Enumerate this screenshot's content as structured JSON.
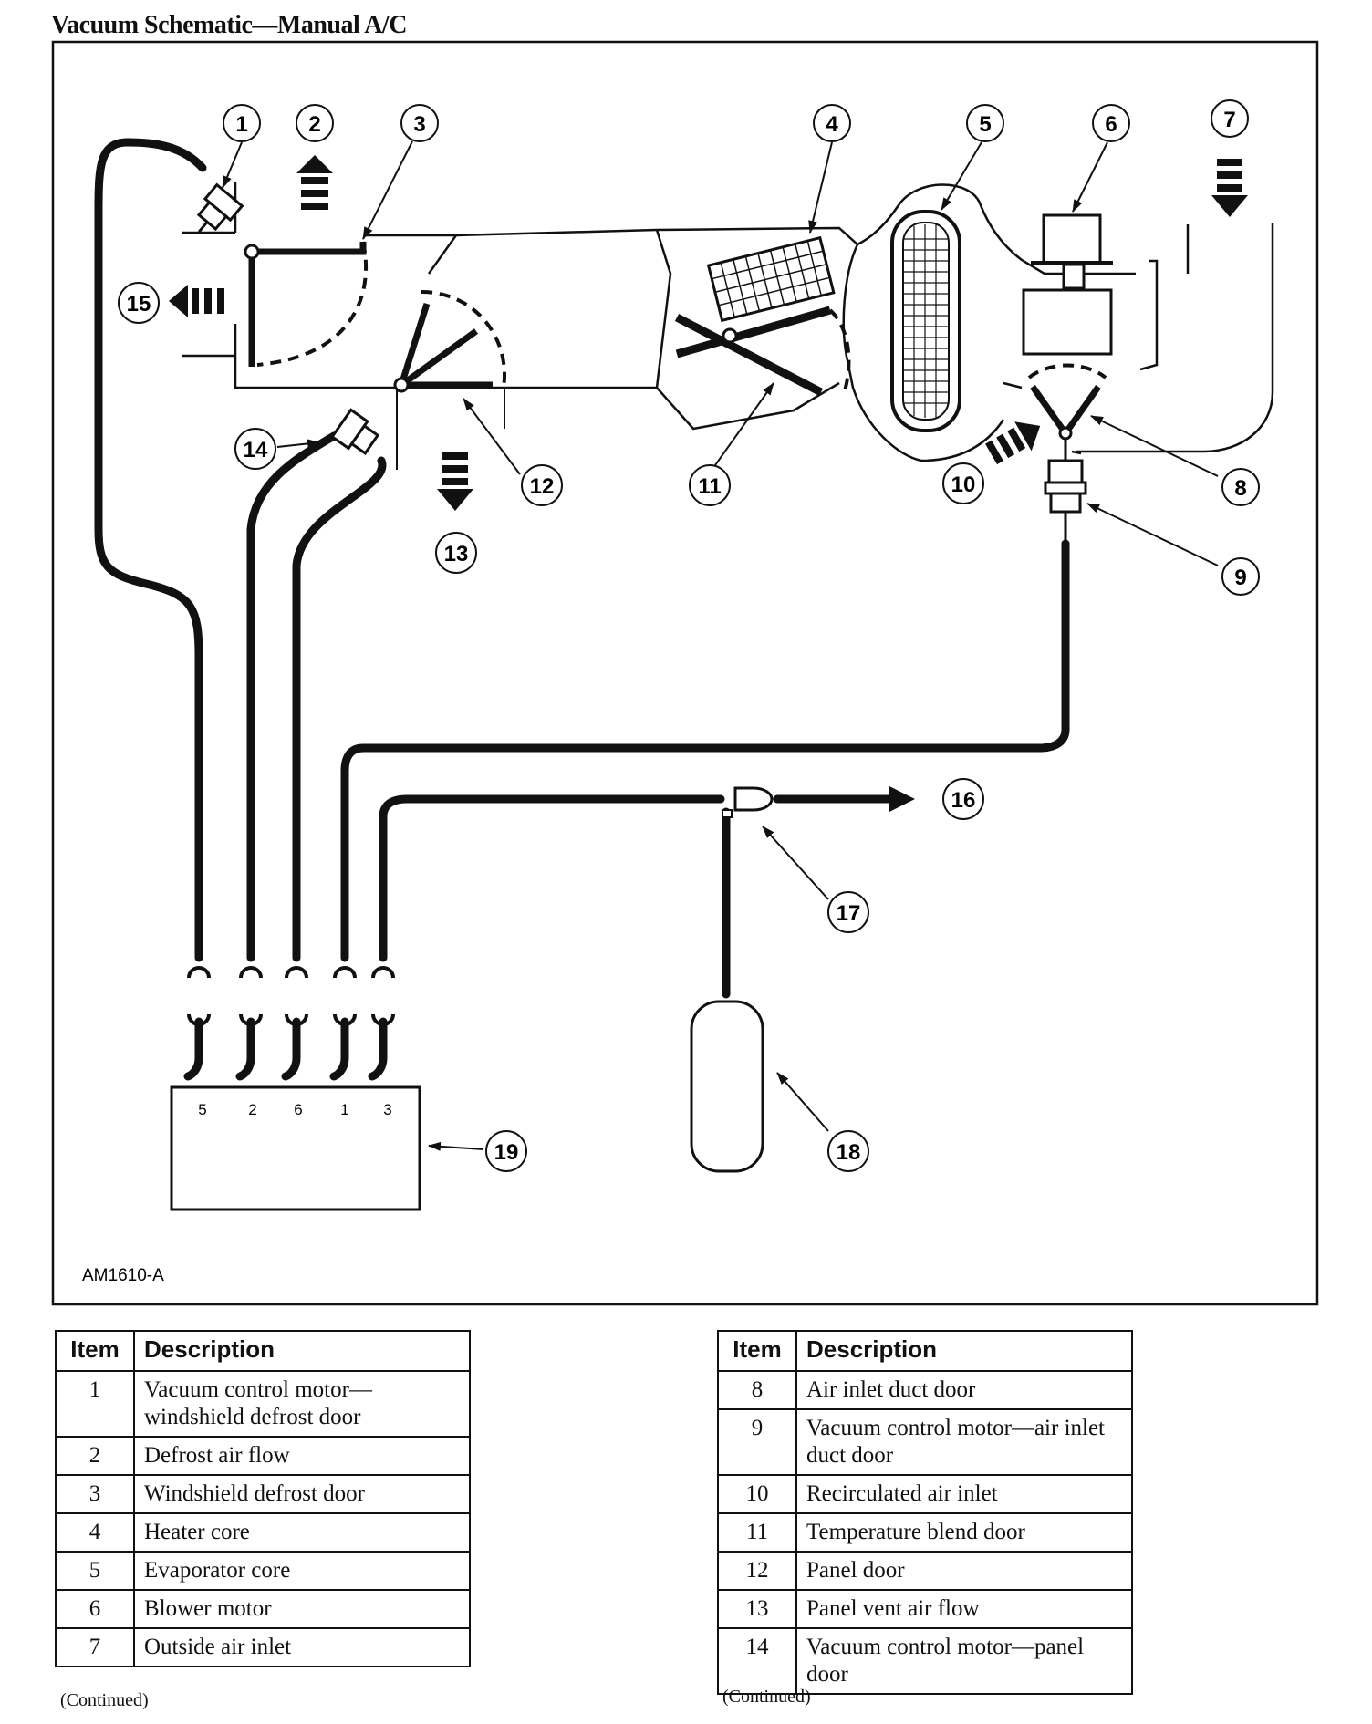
{
  "title": "Vacuum Schematic—Manual A/C",
  "figure_code": "AM1610-A",
  "callouts": [
    "1",
    "2",
    "3",
    "4",
    "5",
    "6",
    "7",
    "8",
    "9",
    "10",
    "11",
    "12",
    "13",
    "14",
    "15",
    "16",
    "17",
    "18",
    "19"
  ],
  "connector_labels": [
    "5",
    "2",
    "6",
    "1",
    "3"
  ],
  "legend_left": {
    "headers": {
      "item": "Item",
      "description": "Description"
    },
    "rows": [
      {
        "item": "1",
        "description": "Vacuum control motor—windshield defrost door"
      },
      {
        "item": "2",
        "description": "Defrost air flow"
      },
      {
        "item": "3",
        "description": "Windshield defrost door"
      },
      {
        "item": "4",
        "description": "Heater core"
      },
      {
        "item": "5",
        "description": "Evaporator core"
      },
      {
        "item": "6",
        "description": "Blower motor"
      },
      {
        "item": "7",
        "description": "Outside air inlet"
      }
    ],
    "footer": "(Continued)"
  },
  "legend_right": {
    "headers": {
      "item": "Item",
      "description": "Description"
    },
    "rows": [
      {
        "item": "8",
        "description": "Air inlet duct door"
      },
      {
        "item": "9",
        "description": "Vacuum control motor—air inlet duct door"
      },
      {
        "item": "10",
        "description": "Recirculated air inlet"
      },
      {
        "item": "11",
        "description": "Temperature blend door"
      },
      {
        "item": "12",
        "description": "Panel door"
      },
      {
        "item": "13",
        "description": "Panel vent air flow"
      },
      {
        "item": "14",
        "description": "Vacuum control motor—panel door"
      }
    ],
    "footer": "(Continued)"
  }
}
